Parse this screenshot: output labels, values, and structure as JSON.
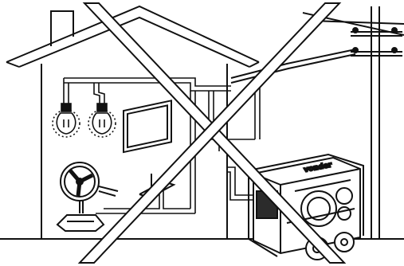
{
  "diagram": {
    "generator_brand": "vonder",
    "colors": {
      "stroke": "#111111",
      "background": "#ffffff",
      "dark_cable": "#2b2b2b"
    },
    "elements": {
      "house": "house-outline",
      "utility_pole": "utility-pole",
      "bulbs": 2,
      "tv": "tv-on-stand",
      "fan": "desk-fan",
      "generator": "portable-generator",
      "prohibition": "large-x-cross"
    }
  }
}
